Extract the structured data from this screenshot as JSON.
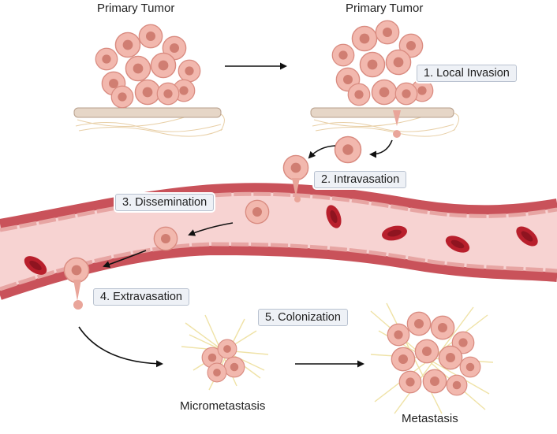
{
  "labels": {
    "primary_tumor_left": "Primary Tumor",
    "primary_tumor_right": "Primary Tumor",
    "micrometastasis": "Micrometastasis",
    "metastasis": "Metastasis"
  },
  "steps": [
    "1. Local Invasion",
    "2. Intravasation",
    "3. Dissemination",
    "4. Extravasation",
    "5. Colonization"
  ],
  "colors": {
    "cell_fill": "#f2b8ae",
    "cell_stroke": "#d98b80",
    "nucleus": "#d07e72",
    "vessel_wall": "#c9525a",
    "vessel_lumen": "#f7d3d2",
    "red_blood_cell": "#b81f2c",
    "fiber": "#efe2a6",
    "label_box": "#eef1f6"
  }
}
